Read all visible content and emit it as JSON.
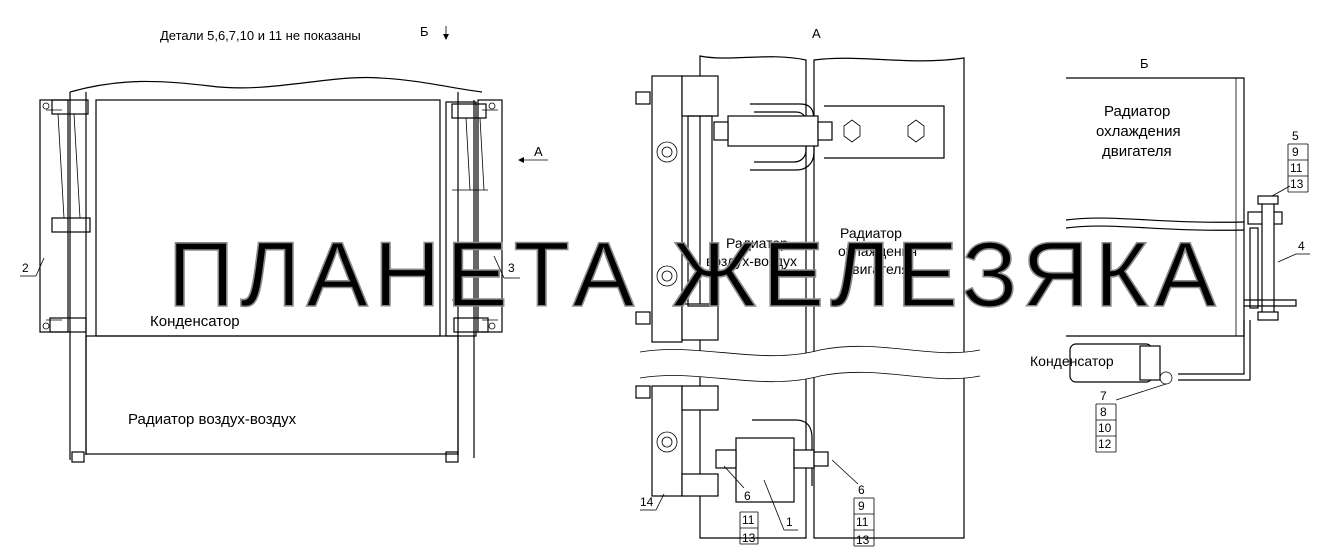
{
  "header": {
    "note": "Детали 5,6,7,10 и 11 не показаны",
    "view_b_marker": "Б",
    "view_a_title": "А",
    "view_b_title": "Б",
    "arrow_a_label": "А"
  },
  "left_view": {
    "condenser": "Конденсатор",
    "air_radiator": "Радиатор воздух-воздух",
    "callouts": [
      "2",
      "3"
    ]
  },
  "view_a": {
    "air_radiator_line1": "Радиатор",
    "air_radiator_line2": "воздух-воздух",
    "engine_radiator_line1": "Радиатор",
    "engine_radiator_line2": "охлаждения",
    "engine_radiator_line3": "двигателя",
    "callout_14": "14",
    "callouts_left": [
      "6",
      "11",
      "13"
    ],
    "callout_1": "1",
    "callouts_right": [
      "6",
      "9",
      "11",
      "13"
    ]
  },
  "view_b": {
    "engine_radiator_line1": "Радиатор",
    "engine_radiator_line2": "охлаждения",
    "engine_radiator_line3": "двигателя",
    "condenser": "Конденсатор",
    "callouts_top": [
      "5",
      "9",
      "11",
      "13"
    ],
    "callout_4": "4",
    "callouts_bottom": [
      "7",
      "8",
      "10",
      "12"
    ]
  },
  "watermark": "ПЛАНЕТА ЖЕЛЕЗЯКА"
}
